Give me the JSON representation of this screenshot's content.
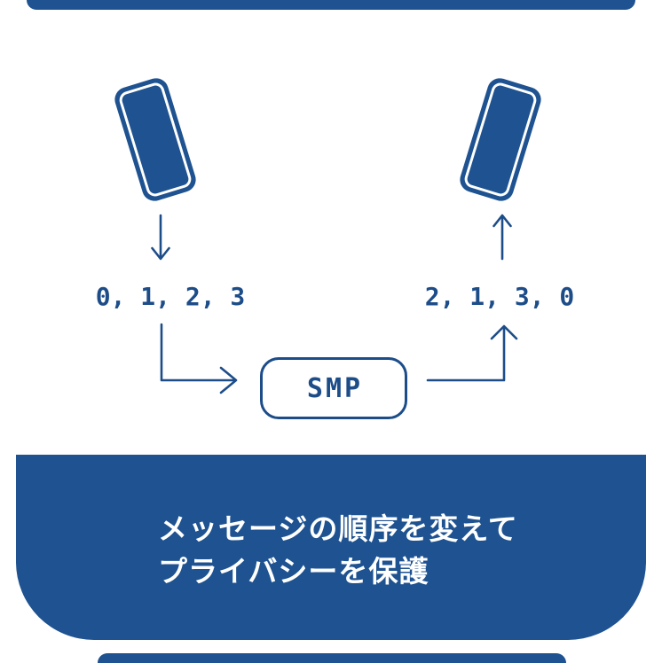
{
  "theme": {
    "primary_blue": "#1E5290",
    "ink_blue": "#1D4D89",
    "card_background": "#FFFFFF",
    "caption_text_color": "#FFFFFF"
  },
  "diagram": {
    "sender_sequence": "0, 1, 2, 3",
    "receiver_sequence": "2, 1, 3, 0",
    "processor_label": "SMP"
  },
  "caption": {
    "line1": "メッセージの順序を変えて",
    "line2": "プライバシーを保護"
  }
}
